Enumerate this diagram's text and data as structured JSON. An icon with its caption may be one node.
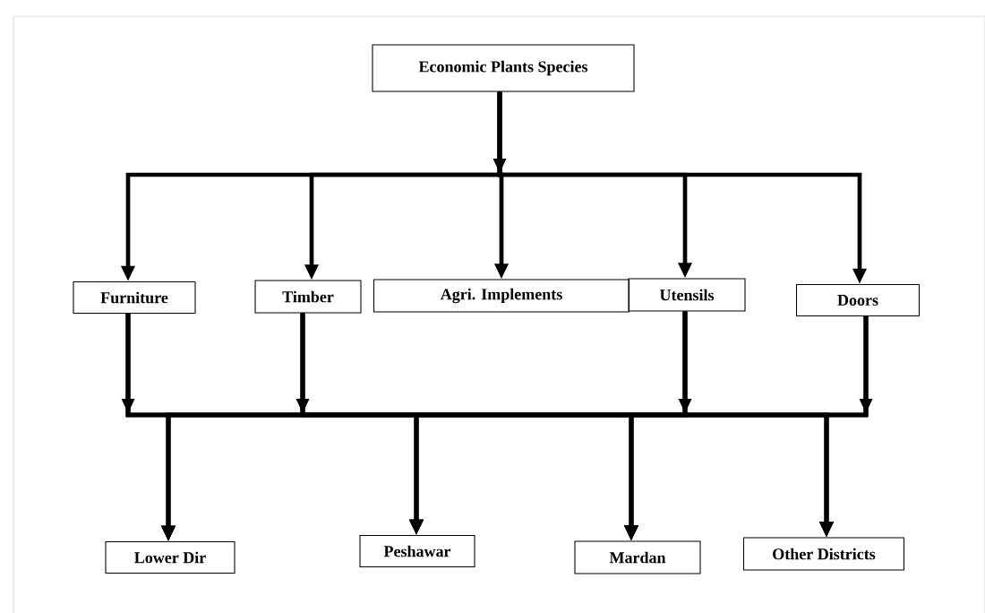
{
  "diagram": {
    "nodes": [
      {
        "text": [
          "Economic Plants Species"
        ]
      },
      {
        "text": [
          "Furniture"
        ]
      },
      {
        "text": [
          "Timber"
        ]
      },
      {
        "text": [
          "Agri. Implements"
        ]
      },
      {
        "text": [
          "Utensils"
        ]
      },
      {
        "text": [
          "Doors"
        ]
      },
      {
        "text": [
          "Lower Dir"
        ]
      },
      {
        "text": [
          "Peshawar"
        ]
      },
      {
        "text": [
          "Mardan"
        ]
      },
      {
        "text": [
          "Other Districts"
        ]
      }
    ],
    "edges": [
      {
        "from": 0,
        "to": 1,
        "arrow": "to"
      },
      {
        "from": 0,
        "to": 2,
        "arrow": "to"
      },
      {
        "from": 0,
        "to": 3,
        "arrow": "to"
      },
      {
        "from": 0,
        "to": 4,
        "arrow": "to"
      },
      {
        "from": 0,
        "to": 5,
        "arrow": "to"
      },
      {
        "from": 1,
        "to": 6,
        "arrow": "to"
      },
      {
        "from": 1,
        "to": 7,
        "arrow": "to"
      },
      {
        "from": 1,
        "to": 8,
        "arrow": "to"
      },
      {
        "from": 1,
        "to": 9,
        "arrow": "to"
      },
      {
        "from": 2,
        "to": 6,
        "arrow": "to"
      },
      {
        "from": 2,
        "to": 7,
        "arrow": "to"
      },
      {
        "from": 2,
        "to": 8,
        "arrow": "to"
      },
      {
        "from": 2,
        "to": 9,
        "arrow": "to"
      },
      {
        "from": 4,
        "to": 6,
        "arrow": "to"
      },
      {
        "from": 4,
        "to": 7,
        "arrow": "to"
      },
      {
        "from": 4,
        "to": 8,
        "arrow": "to"
      },
      {
        "from": 4,
        "to": 9,
        "arrow": "to"
      },
      {
        "from": 5,
        "to": 6,
        "arrow": "to"
      },
      {
        "from": 5,
        "to": 7,
        "arrow": "to"
      },
      {
        "from": 5,
        "to": 8,
        "arrow": "to"
      },
      {
        "from": 5,
        "to": 9,
        "arrow": "to"
      }
    ]
  }
}
